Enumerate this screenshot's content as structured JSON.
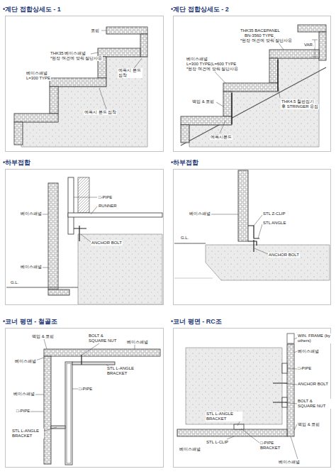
{
  "diagram": {
    "nodes": [
      {
        "text": [
          "•계단 접합상세도 - 1"
        ]
      },
      {
        "text": [
          "•계단 접합상세도 - 2"
        ]
      },
      {
        "text": [
          "•하부접합"
        ]
      },
      {
        "text": [
          "•하부접합"
        ]
      },
      {
        "text": [
          "•코너 평면 - 철골조"
        ]
      },
      {
        "text": [
          "•코너 평면 - RC조"
        ]
      }
    ],
    "labels": [
      "코핑",
      "THK35 베이스패널",
      "*현장 여건에 맞춰 절단사용",
      "베이스패널",
      "L=300 TYPE",
      "에폭시 본드 접착",
      "에폭시 본드 접착",
      "THK35 BACEPANEL",
      "BN-3560 TYPE",
      "*현장 여건에 맞춰 절단사용",
      "VAR.",
      "베이스패널",
      "L=300 TYPE(L=600 TYPE",
      "*현장 여건에 맞춰 절단사용",
      "백업 & 코핑",
      "THK4.5 철판접기",
      "후 STRINGER 용접",
      "에폭시본드",
      "베이스패널",
      "□-PIPE",
      "RUNNER",
      "ANCHOR BOLT",
      "베이스패널",
      "G.L.",
      "베이스패널",
      "STL Z-CLIP",
      "STL ANGLE",
      "G.L.",
      "ANCHOR BOLT",
      "백업 & 코핑",
      "BOLT & SQUARE NUT",
      "베이스패널",
      "베이스패널",
      "STL L-ANGLE BRACKET",
      "베이스패널",
      "□-PIPE",
      "□-PIPE",
      "STL L-ANGLE BRACKET",
      "WIN. FRAME (by others)",
      "베이스패널",
      "□-PIPE",
      "ANCHOR BOLT",
      "BOLT & SQUARE NUT",
      "백업 & 코핑",
      "STL L-ANGLE BRACKET",
      "STL L-CLIP",
      "베이스패널",
      "□-PIPE BRACKET",
      "베이스패널"
    ]
  }
}
